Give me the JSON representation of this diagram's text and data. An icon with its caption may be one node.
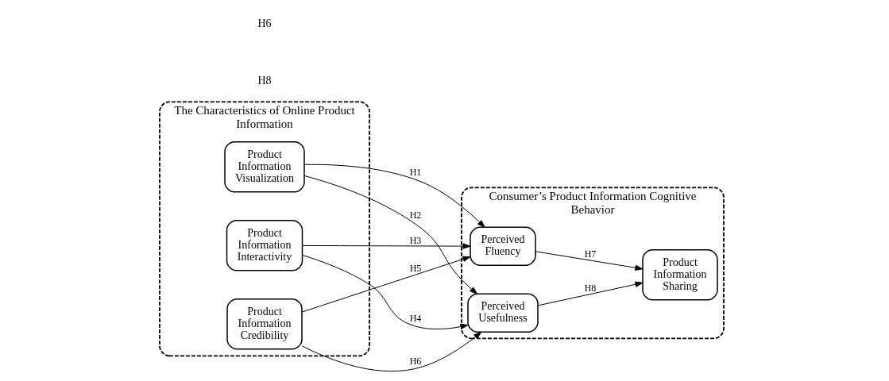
{
  "diagram": {
    "nodes": [
      {
        "text": [
          "The Characteristics of Online Product Information"
        ]
      },
      {
        "text": [
          "Product Information Visualization"
        ],
        "in": 0
      },
      {
        "text": [
          "Product Information Interactivity"
        ],
        "in": 0
      },
      {
        "text": [
          "Product Information Credibility"
        ],
        "in": 0
      },
      {
        "text": [
          "Consumer’s Product Information Cognitive Behavior"
        ]
      },
      {
        "text": [
          "Perceived Fluency"
        ],
        "in": 4
      },
      {
        "text": [
          "Perceived Usefulness"
        ],
        "in": 4
      },
      {
        "text": [
          "Product Information Sharing"
        ],
        "in": 4
      }
    ],
    "edges": [
      {
        "from": 1,
        "to": 5,
        "arrow": "to",
        "label": "H1"
      },
      {
        "from": 1,
        "to": 6,
        "arrow": "to",
        "label": "H2"
      },
      {
        "from": 2,
        "to": 5,
        "arrow": "to",
        "label": "H3"
      },
      {
        "from": 2,
        "to": 6,
        "arrow": "to",
        "label": "H4"
      },
      {
        "from": 3,
        "to": 5,
        "arrow": "to",
        "label": "H5"
      },
      {
        "from": 3,
        "to": 6,
        "arrow": "to",
        "label": "H6"
      },
      {
        "from": 5,
        "to": 7,
        "arrow": "to",
        "label": "H7"
      },
      {
        "from": 6,
        "to": 7,
        "arrow": "to",
        "label": "H8"
      }
    ],
    "labels": [
      "H8",
      "H6"
    ]
  }
}
